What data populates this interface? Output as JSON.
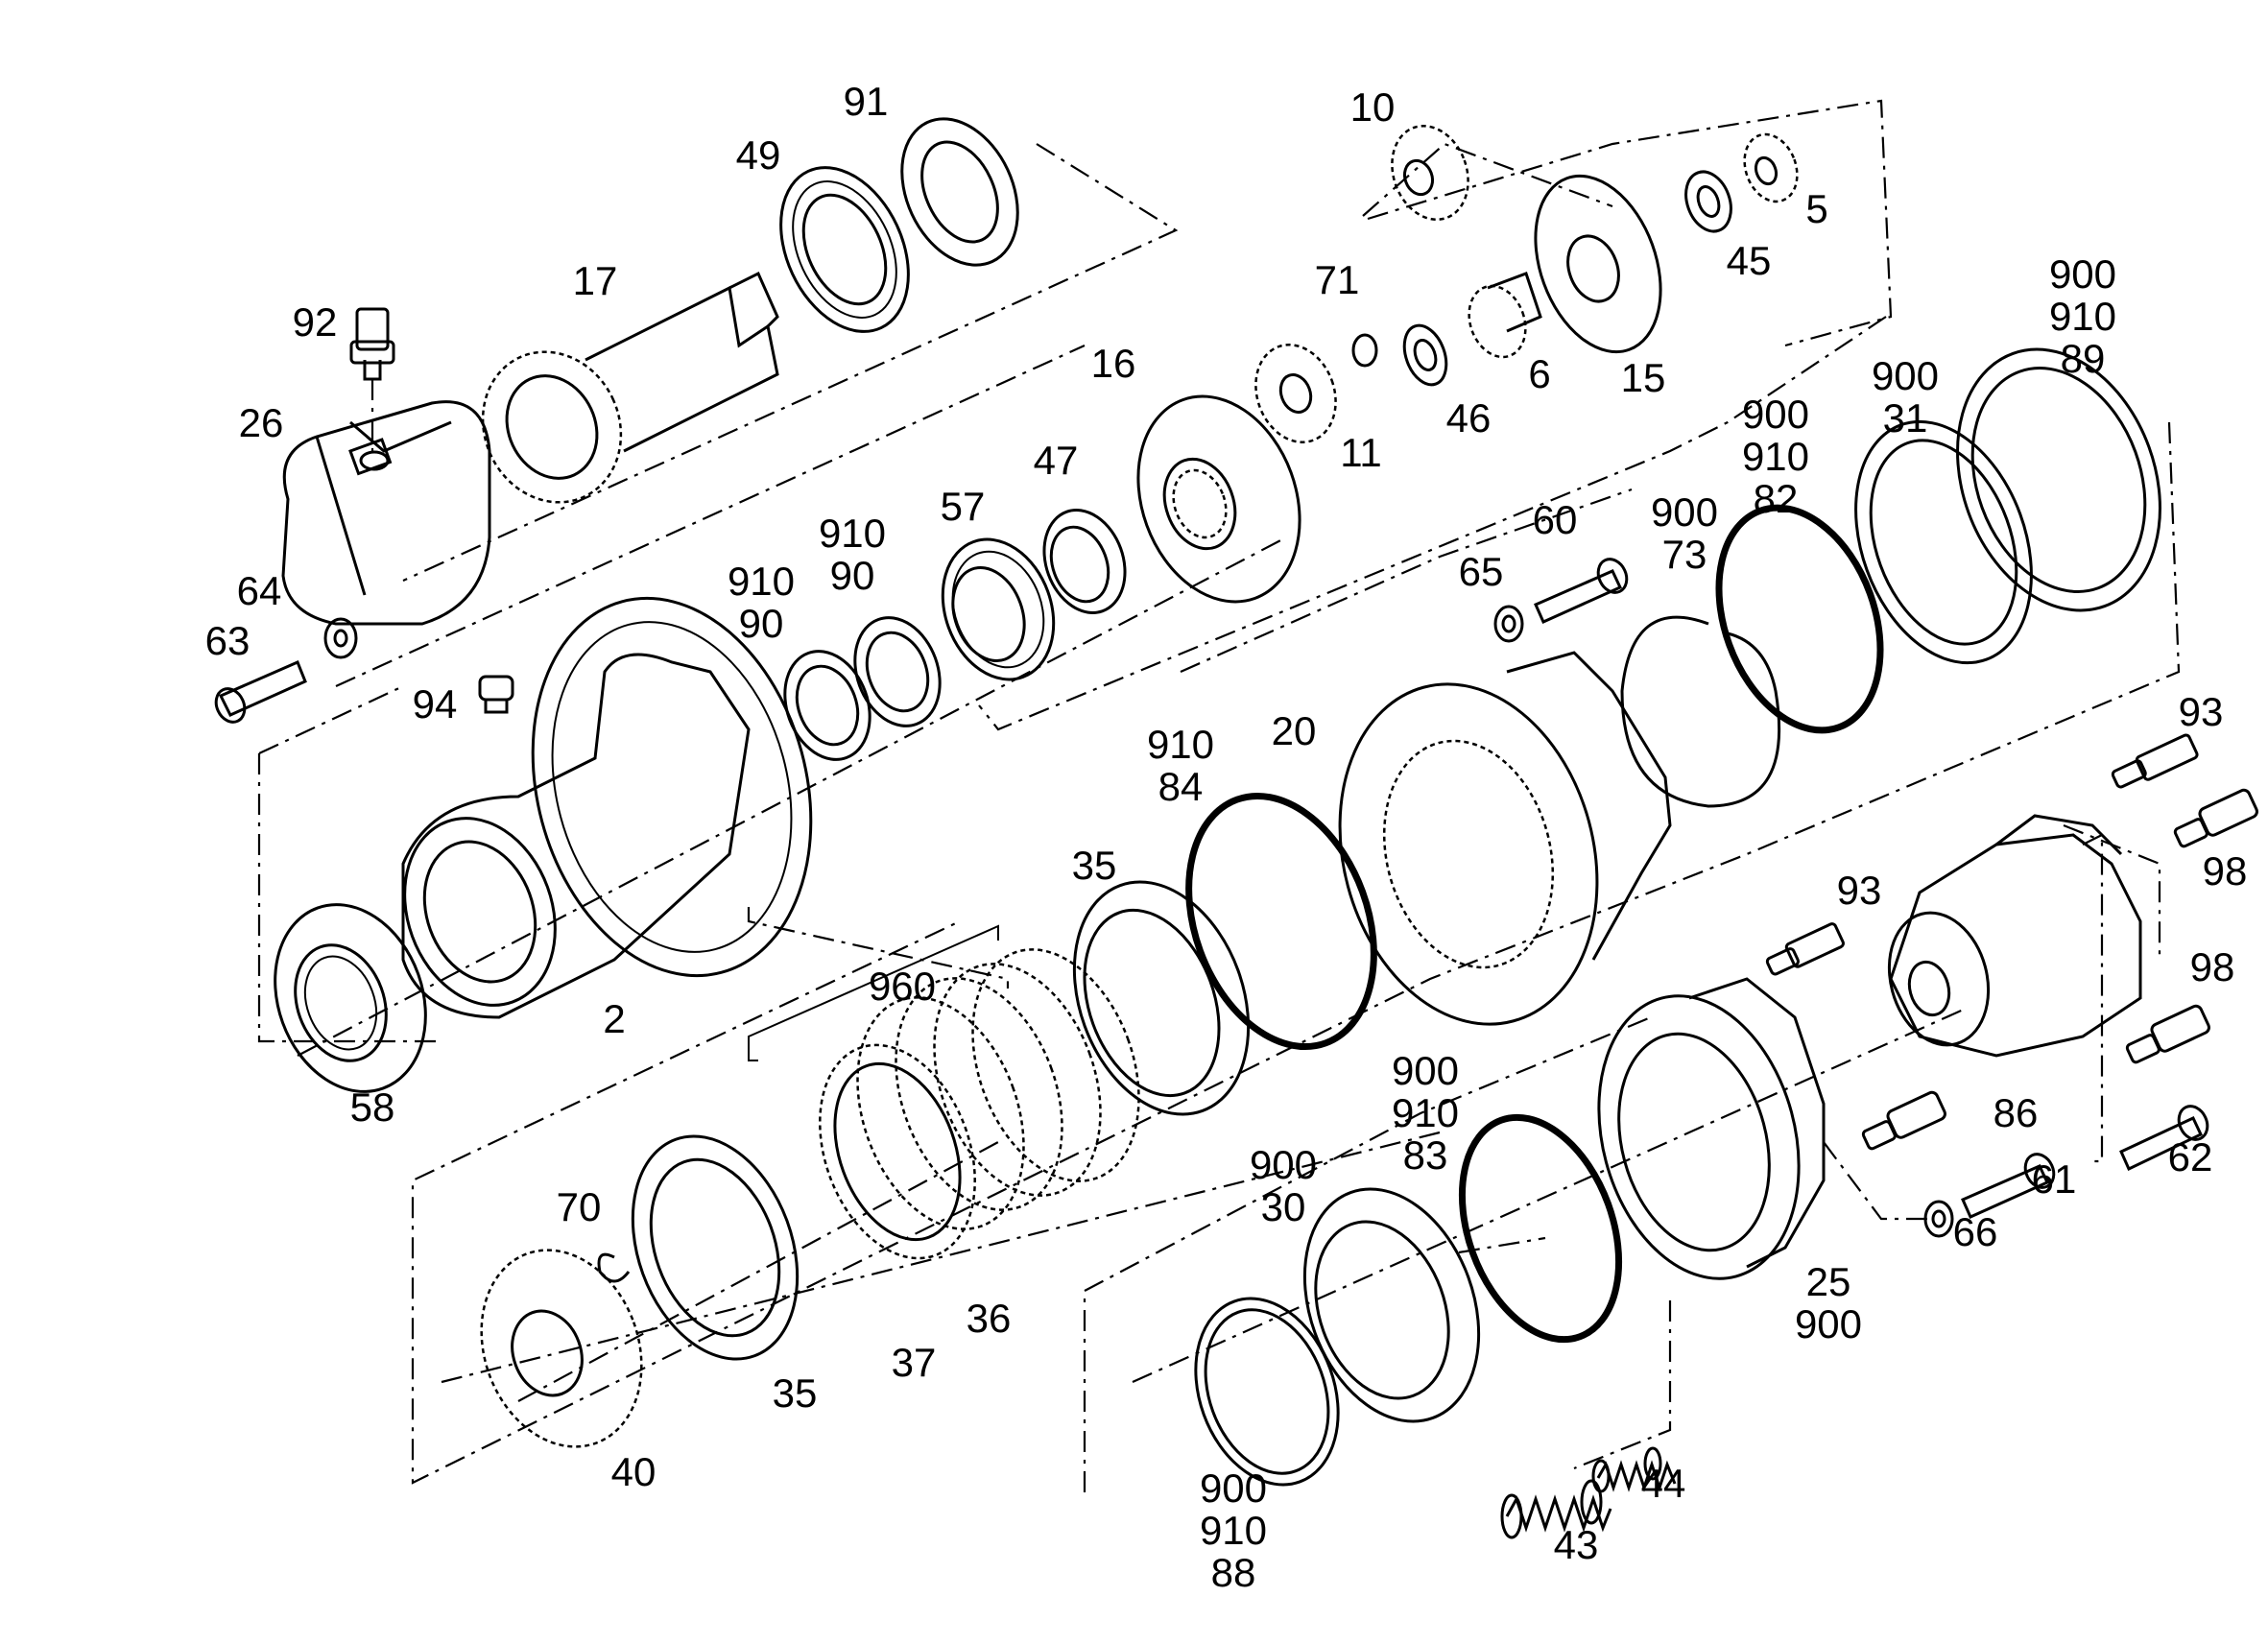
{
  "diagram": {
    "labels": [
      {
        "id": "91",
        "lines": [
          "91"
        ]
      },
      {
        "id": "49",
        "lines": [
          "49"
        ]
      },
      {
        "id": "10",
        "lines": [
          "10"
        ]
      },
      {
        "id": "5",
        "lines": [
          "5"
        ]
      },
      {
        "id": "45",
        "lines": [
          "45"
        ]
      },
      {
        "id": "17",
        "lines": [
          "17"
        ]
      },
      {
        "id": "92",
        "lines": [
          "92"
        ]
      },
      {
        "id": "26",
        "lines": [
          "26"
        ]
      },
      {
        "id": "71",
        "lines": [
          "71"
        ]
      },
      {
        "id": "16",
        "lines": [
          "16"
        ]
      },
      {
        "id": "6",
        "lines": [
          "6"
        ]
      },
      {
        "id": "15",
        "lines": [
          "15"
        ]
      },
      {
        "id": "46",
        "lines": [
          "46"
        ]
      },
      {
        "id": "11",
        "lines": [
          "11"
        ]
      },
      {
        "id": "900-910-89",
        "lines": [
          "900",
          "910",
          "89"
        ]
      },
      {
        "id": "900-31",
        "lines": [
          "900",
          "31"
        ]
      },
      {
        "id": "900-910-82",
        "lines": [
          "900",
          "910",
          "82"
        ]
      },
      {
        "id": "47",
        "lines": [
          "47"
        ]
      },
      {
        "id": "57",
        "lines": [
          "57"
        ]
      },
      {
        "id": "910-90-a",
        "lines": [
          "910",
          "90"
        ]
      },
      {
        "id": "910-90-b",
        "lines": [
          "910",
          "90"
        ]
      },
      {
        "id": "60",
        "lines": [
          "60"
        ]
      },
      {
        "id": "900-73",
        "lines": [
          "900",
          "73"
        ]
      },
      {
        "id": "65",
        "lines": [
          "65"
        ]
      },
      {
        "id": "64",
        "lines": [
          "64"
        ]
      },
      {
        "id": "63",
        "lines": [
          "63"
        ]
      },
      {
        "id": "94",
        "lines": [
          "94"
        ]
      },
      {
        "id": "20",
        "lines": [
          "20"
        ]
      },
      {
        "id": "910-84",
        "lines": [
          "910",
          "84"
        ]
      },
      {
        "id": "93-a",
        "lines": [
          "93"
        ]
      },
      {
        "id": "98-a",
        "lines": [
          "98"
        ]
      },
      {
        "id": "35-a",
        "lines": [
          "35"
        ]
      },
      {
        "id": "93-b",
        "lines": [
          "93"
        ]
      },
      {
        "id": "960",
        "lines": [
          "960"
        ]
      },
      {
        "id": "2",
        "lines": [
          "2"
        ]
      },
      {
        "id": "98-b",
        "lines": [
          "98"
        ]
      },
      {
        "id": "58",
        "lines": [
          "58"
        ]
      },
      {
        "id": "900-910-83",
        "lines": [
          "900",
          "910",
          "83"
        ]
      },
      {
        "id": "86",
        "lines": [
          "86"
        ]
      },
      {
        "id": "62",
        "lines": [
          "62"
        ]
      },
      {
        "id": "70",
        "lines": [
          "70"
        ]
      },
      {
        "id": "900-30",
        "lines": [
          "900",
          "30"
        ]
      },
      {
        "id": "61",
        "lines": [
          "61"
        ]
      },
      {
        "id": "66",
        "lines": [
          "66"
        ]
      },
      {
        "id": "36",
        "lines": [
          "36"
        ]
      },
      {
        "id": "37",
        "lines": [
          "37"
        ]
      },
      {
        "id": "25-900",
        "lines": [
          "25",
          "900"
        ]
      },
      {
        "id": "35-b",
        "lines": [
          "35"
        ]
      },
      {
        "id": "40",
        "lines": [
          "40"
        ]
      },
      {
        "id": "44",
        "lines": [
          "44"
        ]
      },
      {
        "id": "43",
        "lines": [
          "43"
        ]
      },
      {
        "id": "900-910-88",
        "lines": [
          "900",
          "910",
          "88"
        ]
      }
    ]
  }
}
